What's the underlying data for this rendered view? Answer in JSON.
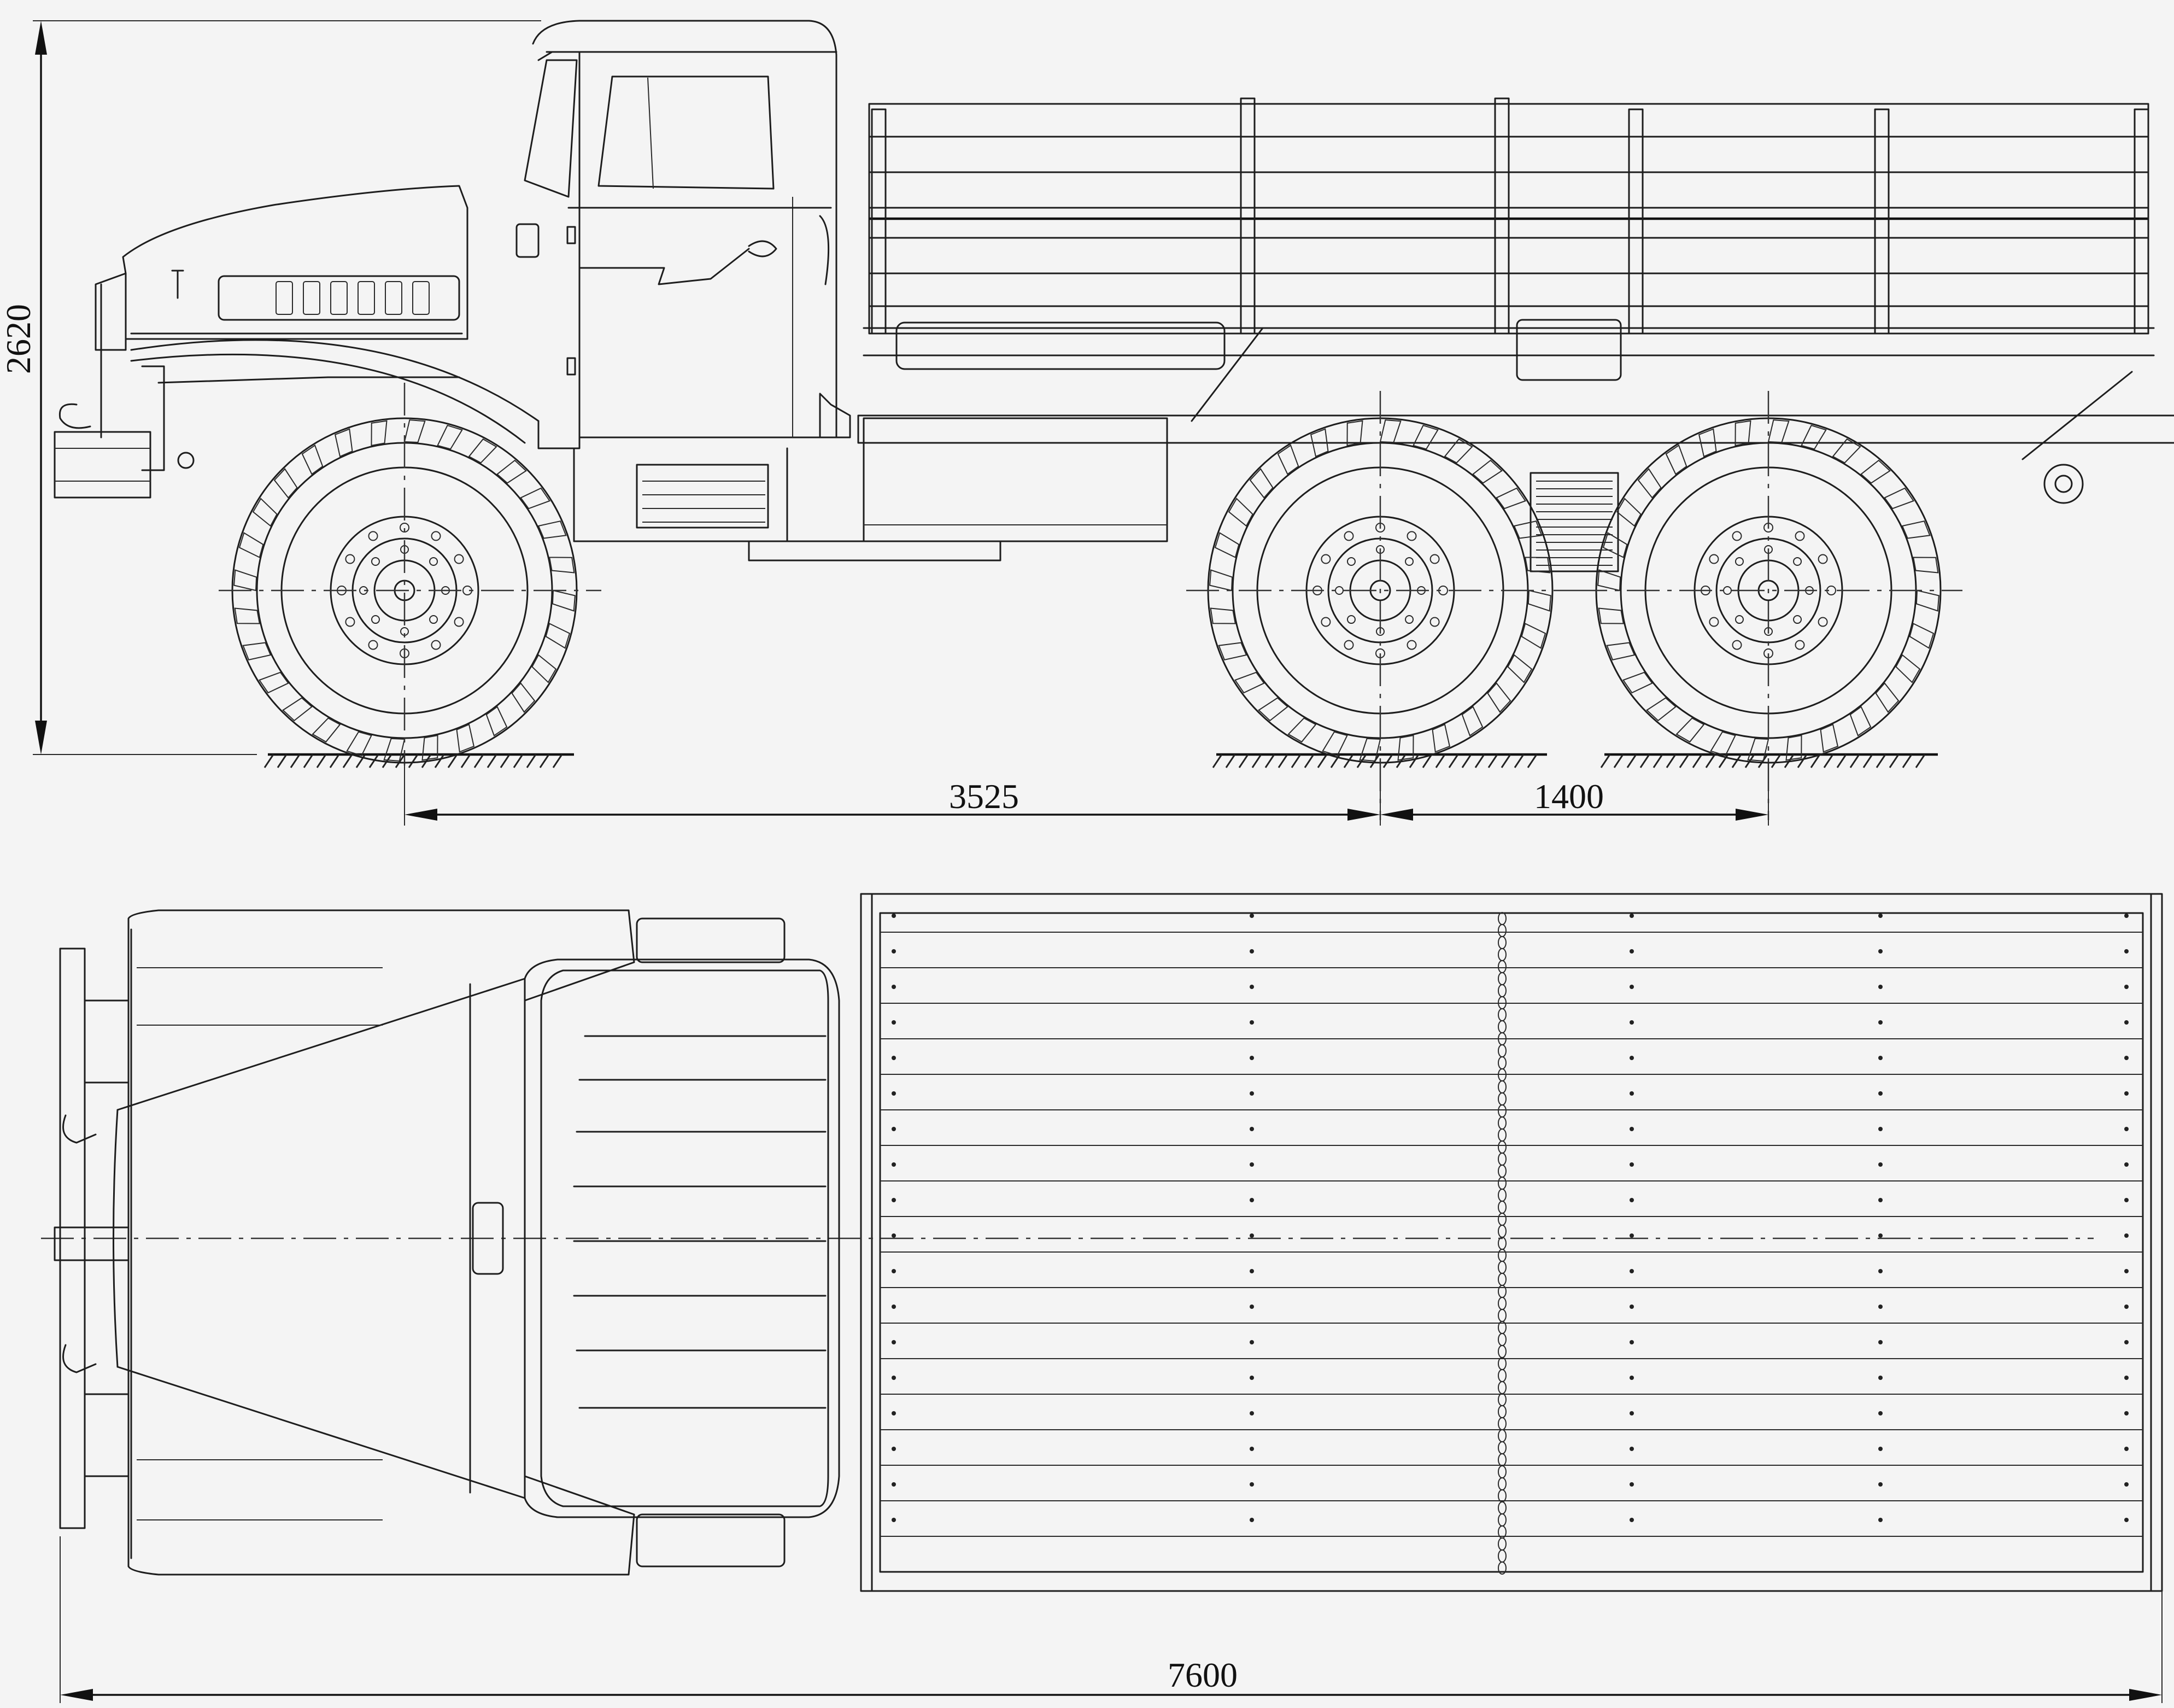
{
  "dimensions": {
    "height": "2620",
    "wheelbase_front": "3525",
    "wheelbase_rear": "1400",
    "overall_length": "7600"
  }
}
